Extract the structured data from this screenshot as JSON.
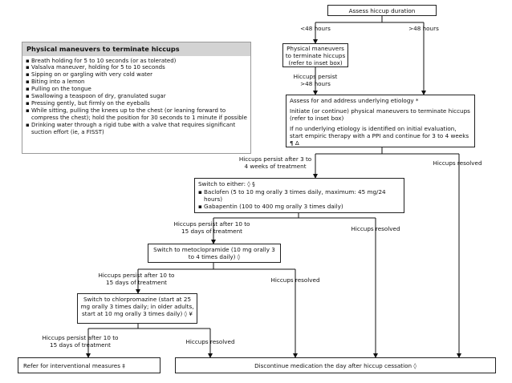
{
  "inset": {
    "title": "Physical maneuvers to terminate hiccups",
    "items": [
      "Breath holding for 5 to 10 seconds (or as tolerated)",
      "Valsalva maneuver, holding for 5 to 10 seconds",
      "Sipping on or gargling with very cold water",
      "Biting into a lemon",
      "Pulling on the tongue",
      "Swallowing a teaspoon of dry, granulated sugar",
      "Pressing gently, but firmly on the eyeballs",
      "While sitting, pulling the knees up to the chest (or leaning forward to compress the chest); hold the position for 30 seconds to 1 minute if possible",
      "Drinking water through a rigid tube with a valve that requires significant suction effort (ie, a FISST)"
    ]
  },
  "flow": {
    "assess_duration": "Assess hiccup duration",
    "lt48": "<48 hours",
    "gt48": ">48 hours",
    "physical_box": "Physical maneuvers to terminate hiccups (refer to inset box)",
    "persist_48": "Hiccups persist >48 hours",
    "etiology_line1": "Assess for and address underlying etiology *",
    "etiology_line2": "Initiate (or continue) physical maneuvers to terminate hiccups (refer to inset box)",
    "etiology_line3": "If no underlying etiology is identified on initial evaluation, start empiric therapy with a PPI and continue for 3 to 4 weeks ¶ Δ",
    "persist_3to4": "Hiccups persist after 3 to 4 weeks of treatment",
    "resolved_1": "Hiccups resolved",
    "switch_title": "Switch to either: ◊ §",
    "switch_items": [
      "Baclofen (5 to 10 mg orally 3 times daily, maximum: 45 mg/24 hours)",
      "Gabapentin (100 to 400 mg orally 3 times daily)"
    ],
    "persist_10to15_a": "Hiccups persist after 10 to 15 days of treatment",
    "resolved_2": "Hiccups resolved",
    "metoclopramide": "Switch to metoclopramide (10 mg orally 3 to 4 times daily) ◊",
    "persist_10to15_b": "Hiccups persist after 10 to 15 days of treatment",
    "resolved_3": "Hiccups resolved",
    "chlorpromazine": "Switch to chlorpromazine (start at 25 mg orally 3 times daily; in older adults, start at 10 mg orally 3 times daily) ◊ ¥",
    "persist_10to15_c": "Hiccups persist after 10 to 15 days of treatment",
    "resolved_4": "Hiccups resolved",
    "refer": "Refer for interventional measures ‡",
    "discontinue": "Discontinue medication the day after hiccup cessation ◊"
  }
}
